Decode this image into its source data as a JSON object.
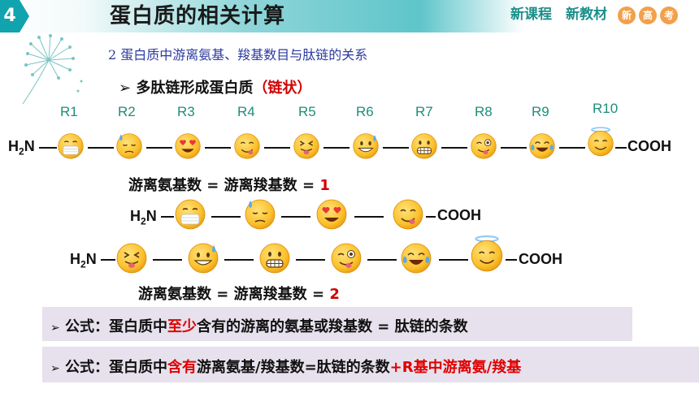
{
  "header": {
    "slide_number": "4",
    "title": "蛋白质的相关计算",
    "brand_1": "新课程",
    "brand_2": "新教材",
    "badges": [
      "新",
      "高",
      "考"
    ]
  },
  "subtitle": "2 蛋白质中游离氨基、羧基数目与肽链的关系",
  "heading": {
    "text": "多肽链形成蛋白质",
    "red": "（链状）"
  },
  "r_labels": [
    "R1",
    "R2",
    "R3",
    "R4",
    "R5",
    "R6",
    "R7",
    "R8",
    "R9",
    "R10"
  ],
  "chain_ends": {
    "amino": "H",
    "amino_sub": "2",
    "amino_rest": "N",
    "carboxyl": "COOH"
  },
  "eq1": {
    "left": "游离氨基数",
    "mid": "游离羧基数",
    "op": "=",
    "value": "1"
  },
  "eq2": {
    "left": "游离氨基数",
    "mid": "游离羧基数",
    "op": "=",
    "value": "2"
  },
  "formula1": {
    "bullet": "➢",
    "prefix": "公式：蛋白质中",
    "red": "至少",
    "suffix": "含有的游离的氨基或羧基数 = 肽链的条数"
  },
  "formula2": {
    "bullet": "➢",
    "prefix": "公式：蛋白质中",
    "red1": "含有",
    "mid": "游离氨基/羧基数=肽链的条数",
    "red2": "+R基中游离氨/羧基"
  },
  "icons": {
    "chain1": [
      "mask-emoji",
      "sweat-emoji",
      "heart-eyes-emoji",
      "yum-emoji",
      "squint-emoji",
      "grin-sweat-emoji",
      "grimace-emoji",
      "wink-tongue-emoji",
      "tears-joy-emoji",
      "halo-emoji"
    ],
    "chain2": [
      "mask-emoji",
      "sweat-emoji",
      "heart-eyes-emoji",
      "yum-emoji"
    ],
    "chain3": [
      "squint-emoji",
      "grin-sweat-emoji",
      "grimace-emoji",
      "wink-tongue-emoji",
      "tears-joy-emoji",
      "halo-emoji"
    ]
  },
  "colors": {
    "accent": "#11a3ae",
    "r_label": "#1d8e7a",
    "red": "#d00000",
    "subtitle": "#2b3ba0",
    "formula_bg": "#e6e1ed"
  }
}
